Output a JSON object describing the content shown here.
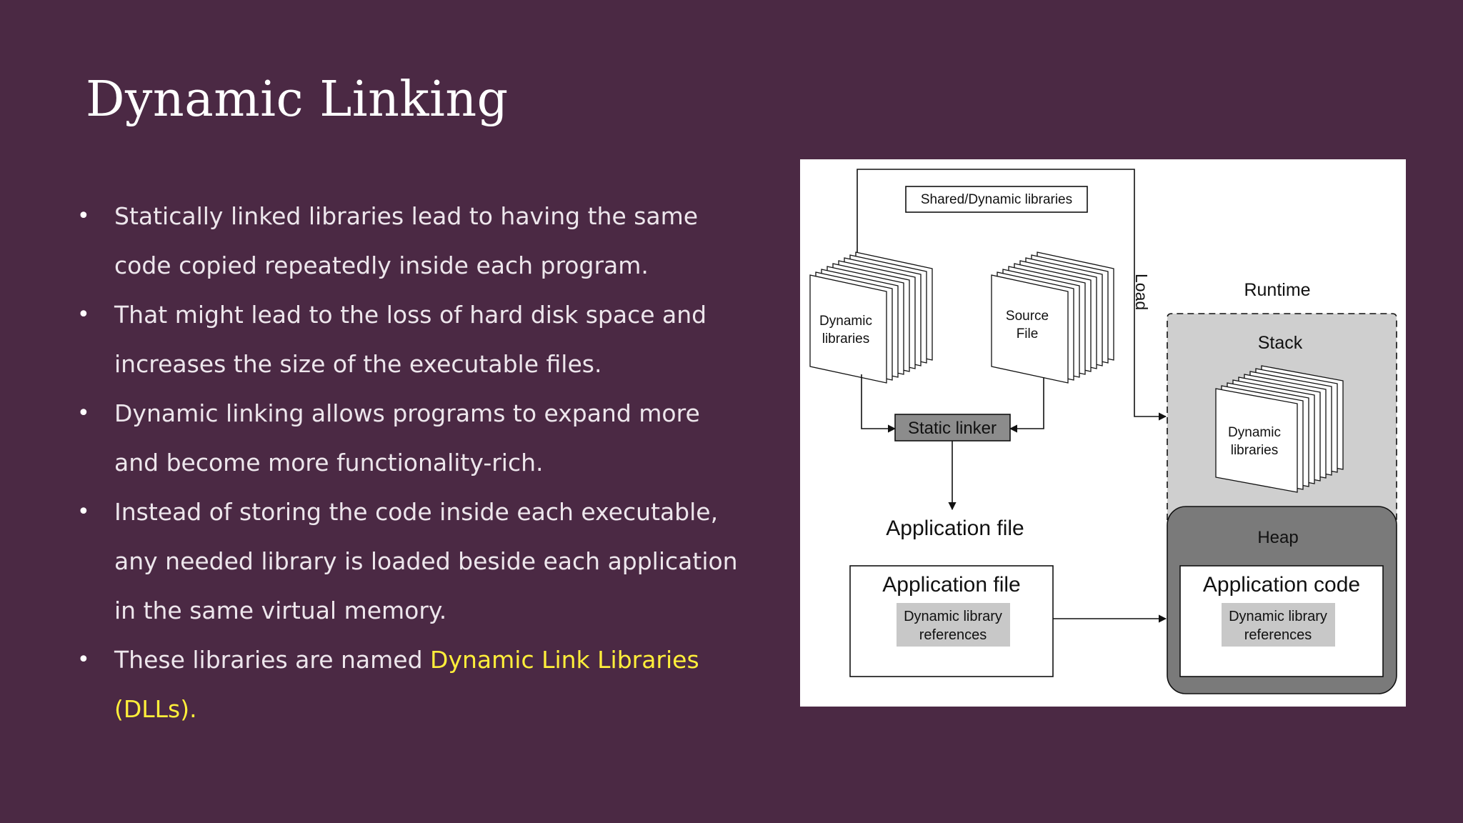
{
  "slide": {
    "title": "Dynamic Linking",
    "bullets": [
      {
        "text": "Statically linked libraries lead to having the same code copied repeatedly inside each program."
      },
      {
        "text": "That might lead to the loss of hard disk space and increases the size of the executable files."
      },
      {
        "text": "Dynamic linking allows programs to expand more and become more functionality-rich."
      },
      {
        "text": "Instead of storing the code inside each executable, any needed library is loaded beside each application in the same virtual memory."
      },
      {
        "text": "These libraries are named ",
        "highlight": "Dynamic Link Libraries (DLLs)."
      }
    ],
    "highlight_color": "#ffef3a"
  },
  "diagram": {
    "shared_libraries_label": "Shared/Dynamic libraries",
    "load_label": "Load",
    "dynamic_libraries_line1": "Dynamic",
    "dynamic_libraries_line2": "libraries",
    "source_file_line1": "Source",
    "source_file_line2": "File",
    "static_linker_label": "Static linker",
    "application_file_caption": "Application file",
    "application_file_box_title": "Application file",
    "dyn_lib_refs_line1": "Dynamic library",
    "dyn_lib_refs_line2": "references",
    "runtime_label": "Runtime",
    "stack_label": "Stack",
    "stack_libraries_line1": "Dynamic",
    "stack_libraries_line2": "libraries",
    "heap_label": "Heap",
    "application_code_label": "Application code",
    "heap_refs_line1": "Dynamic library",
    "heap_refs_line2": "references"
  }
}
